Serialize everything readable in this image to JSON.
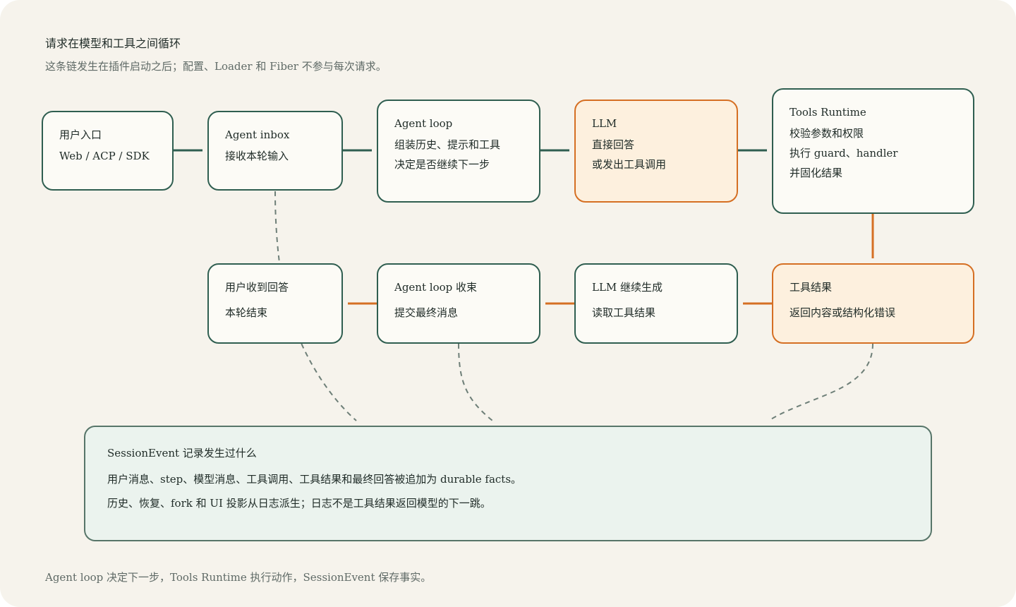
{
  "header": {
    "title": "请求在模型和工具之间循环",
    "subtitle": "这条链发生在插件启动之后；配置、Loader 和 Fiber 不参与每次请求。"
  },
  "nodes": {
    "user_entry": {
      "title": "用户入口",
      "lines": [
        "Web / ACP / SDK"
      ]
    },
    "agent_inbox": {
      "title": "Agent inbox",
      "lines": [
        "接收本轮输入"
      ]
    },
    "agent_loop": {
      "title": "Agent loop",
      "lines": [
        "组装历史、提示和工具",
        "决定是否继续下一步"
      ]
    },
    "llm": {
      "title": "LLM",
      "lines": [
        "直接回答",
        "或发出工具调用"
      ]
    },
    "tools_runtime": {
      "title": "Tools Runtime",
      "lines": [
        "校验参数和权限",
        "执行 guard、handler",
        "并固化结果"
      ]
    },
    "user_receives": {
      "title": "用户收到回答",
      "lines": [
        "本轮结束"
      ]
    },
    "loop_close": {
      "title": "Agent loop 收束",
      "lines": [
        "提交最终消息"
      ]
    },
    "llm_continue": {
      "title": "LLM 继续生成",
      "lines": [
        "读取工具结果"
      ]
    },
    "tool_result": {
      "title": "工具结果",
      "lines": [
        "返回内容或结构化错误"
      ]
    }
  },
  "session": {
    "title": "SessionEvent 记录发生过什么",
    "lines": [
      "用户消息、step、模型消息、工具调用、工具结果和最终回答被追加为 durable facts。",
      "历史、恢复、fork 和 UI 投影从日志派生；日志不是工具结果返回模型的下一跳。"
    ]
  },
  "footer": {
    "text": "Agent loop 决定下一步，Tools Runtime 执行动作，SessionEvent 保存事实。"
  },
  "colors": {
    "background": "#f6f3ec",
    "node_border": "#2f5e50",
    "node_fill": "#fcfbf6",
    "highlight_border": "#d56f23",
    "highlight_fill": "#fdf0de",
    "session_border": "#577569",
    "session_fill": "#ebf3ee",
    "dashed_link": "#6e7f78"
  }
}
